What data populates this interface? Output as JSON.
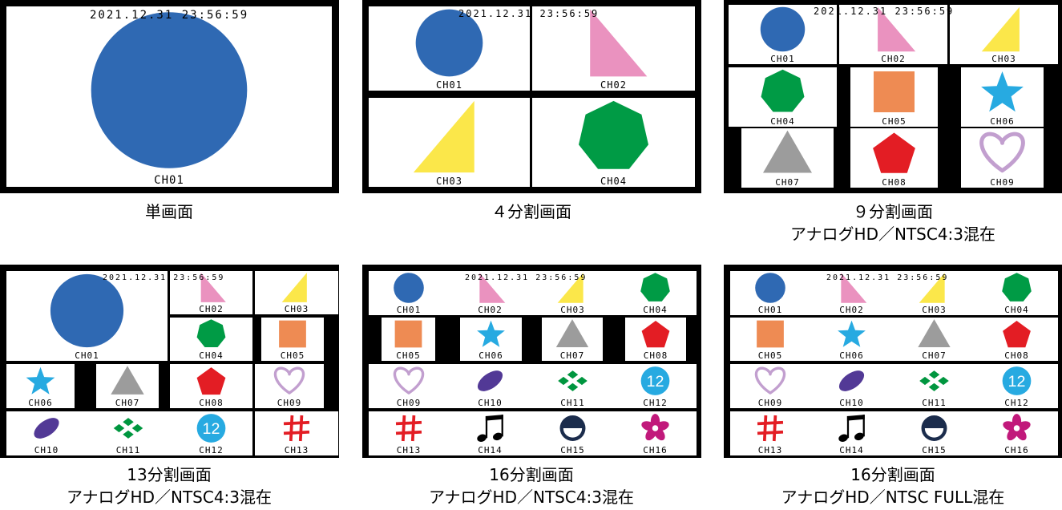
{
  "timestamp": "2021.12.31 23:56:59",
  "colors": {
    "blue": "#2f69b3",
    "pink": "#ea92bf",
    "yellow": "#fbe74a",
    "green": "#009b45",
    "orange": "#ee8b53",
    "cyan": "#27aae1",
    "gray": "#9c9c9c",
    "red": "#e31d24",
    "lavender": "#c29fcf",
    "purple": "#523996",
    "dark_green": "#00963f",
    "navy": "#1b2c4c",
    "magenta": "#c1197b",
    "black": "#000000"
  },
  "channels": [
    {
      "label": "CH01",
      "shape": "circle",
      "color": "blue"
    },
    {
      "label": "CH02",
      "shape": "right-triangle",
      "color": "pink"
    },
    {
      "label": "CH03",
      "shape": "left-triangle",
      "color": "yellow"
    },
    {
      "label": "CH04",
      "shape": "heptagon",
      "color": "green"
    },
    {
      "label": "CH05",
      "shape": "square",
      "color": "orange"
    },
    {
      "label": "CH06",
      "shape": "star",
      "color": "cyan"
    },
    {
      "label": "CH07",
      "shape": "triangle",
      "color": "gray"
    },
    {
      "label": "CH08",
      "shape": "pentagon",
      "color": "red"
    },
    {
      "label": "CH09",
      "shape": "heart",
      "color": "lavender"
    },
    {
      "label": "CH10",
      "shape": "ellipse",
      "color": "purple"
    },
    {
      "label": "CH11",
      "shape": "diamonds",
      "color": "dark_green"
    },
    {
      "label": "CH12",
      "shape": "number-circle",
      "color": "cyan",
      "text": "12"
    },
    {
      "label": "CH13",
      "shape": "hash",
      "color": "red"
    },
    {
      "label": "CH14",
      "shape": "music-note",
      "color": "black"
    },
    {
      "label": "CH15",
      "shape": "half-circle",
      "color": "navy"
    },
    {
      "label": "CH16",
      "shape": "flower",
      "color": "magenta"
    }
  ],
  "panels": [
    {
      "id": "single",
      "caption": [
        "単画面"
      ]
    },
    {
      "id": "quad",
      "caption": [
        "４分割画面"
      ]
    },
    {
      "id": "nine",
      "caption": [
        "９分割画面",
        "アナログHD／NTSC4:3混在"
      ]
    },
    {
      "id": "thirteen",
      "caption": [
        "13分割画面",
        "アナログHD／NTSC4:3混在"
      ]
    },
    {
      "id": "sixteen-43",
      "caption": [
        "16分割画面",
        "アナログHD／NTSC4:3混在"
      ]
    },
    {
      "id": "sixteen-full",
      "caption": [
        "16分割画面",
        "アナログHD／NTSC FULL混在"
      ]
    }
  ]
}
